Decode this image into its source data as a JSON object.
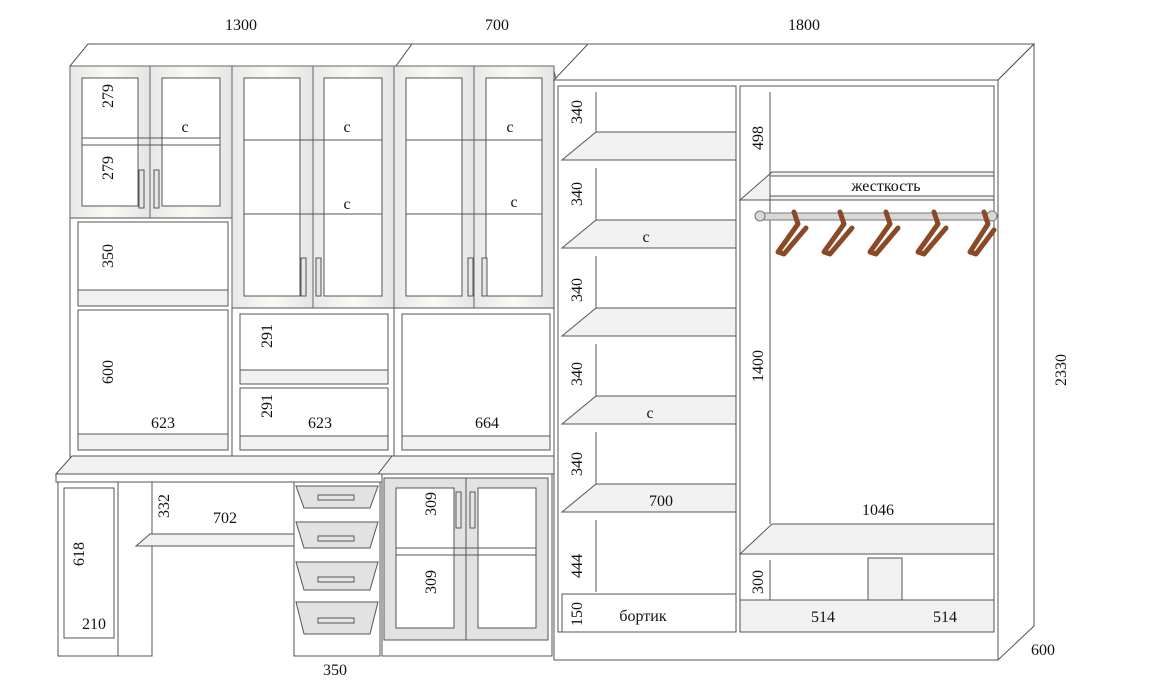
{
  "top_widths": {
    "left": "1300",
    "middle": "700",
    "right": "1800"
  },
  "overall_height": "2330",
  "depth": "600",
  "bottom_width": "350",
  "left_glass_unit": {
    "shelf_top": "279",
    "shelf_bottom": "279",
    "open_niche": "350",
    "door_label": "с"
  },
  "mid_glass_unit": {
    "door_label_top": "с",
    "door_label_bottom": "с"
  },
  "right_glass_unit": {
    "door_label_top": "с",
    "door_label_bottom": "с"
  },
  "open_shelves": {
    "left_height": "600",
    "left_width": "623",
    "mid_top": "291",
    "mid_bottom": "291",
    "mid_width": "623",
    "right_width": "664"
  },
  "desk": {
    "pedestal_height": "618",
    "pedestal_bottom": "210",
    "keyboard_height": "332",
    "knee_width": "702"
  },
  "lower_cabinet": {
    "top": "309",
    "bottom": "309"
  },
  "wardrobe_left": {
    "sections": [
      "340",
      "340",
      "340",
      "340",
      "340",
      "444"
    ],
    "c_top": "с",
    "c_bottom": "с",
    "width": "700",
    "plinth_height": "150",
    "plinth_label": "бортик"
  },
  "wardrobe_right": {
    "top_height": "498",
    "stiffener": "жесткость",
    "hanging_height": "1400",
    "width": "1046",
    "bottom_height": "300",
    "bottom_left": "514",
    "bottom_right": "514"
  },
  "colors": {
    "lines": "#555555",
    "hangers": "#8a4a28",
    "background": "#ffffff"
  }
}
